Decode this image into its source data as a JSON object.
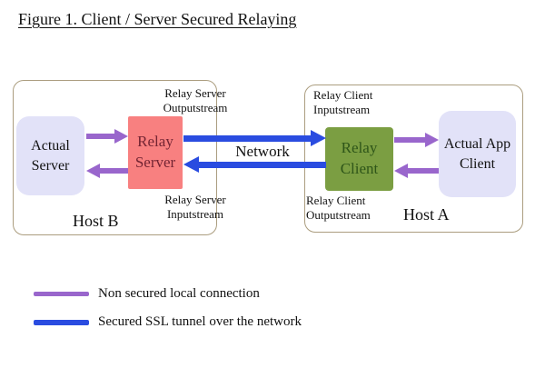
{
  "figure": {
    "title": "Figure 1. Client / Server Secured Relaying"
  },
  "colors": {
    "non_secured": "#9966cc",
    "secured": "#2a4ce0",
    "relay_server_bg": "#f88080",
    "relay_server_text": "#732433",
    "relay_client_bg": "#7b9e42",
    "relay_client_text": "#2e5519",
    "endpoint_bg": "#e2e2f8",
    "host_border": "#ab9d7f"
  },
  "hosts": {
    "host_b": {
      "label": "Host B"
    },
    "host_a": {
      "label": "Host A"
    }
  },
  "nodes": {
    "actual_server": "Actual Server",
    "relay_server": "Relay Server",
    "relay_client": "Relay Client",
    "actual_app_client": "Actual App Client"
  },
  "stream_labels": {
    "relay_server_out": "Relay Server Outputstream",
    "relay_server_in": "Relay Server Inputstream",
    "relay_client_in": "Relay Client Inputstream",
    "relay_client_out": "Relay Client Outputstream"
  },
  "network_label": "Network",
  "legend": {
    "non_secured": "Non secured local connection",
    "secured": "Secured SSL tunnel over the network"
  }
}
